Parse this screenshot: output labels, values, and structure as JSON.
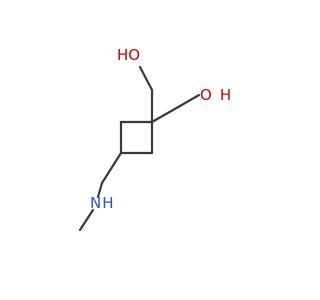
{
  "molecule": {
    "atoms": {
      "oh_left": {
        "symbol": "O",
        "suffix": "H",
        "color": "#d40000"
      },
      "oh_right": {
        "symbol": "O",
        "suffix": "H",
        "color": "#d40000"
      },
      "nh": {
        "symbol": "N",
        "suffix": "H",
        "color": "#2f4fdc"
      }
    },
    "bond_color": "#3a3a3a"
  }
}
